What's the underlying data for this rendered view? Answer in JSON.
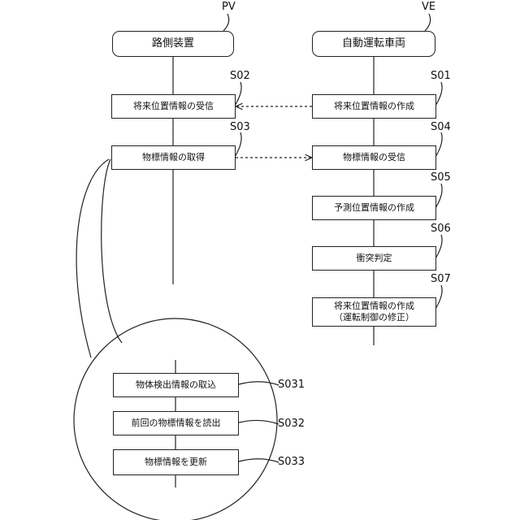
{
  "actors": {
    "pv": {
      "code": "PV",
      "name": "路側装置"
    },
    "ve": {
      "code": "VE",
      "name": "自動運転車両"
    }
  },
  "pv_steps": [
    {
      "id": "S02",
      "text": "将来位置情報の受信"
    },
    {
      "id": "S03",
      "text": "物標情報の取得"
    }
  ],
  "ve_steps": [
    {
      "id": "S01",
      "text": "将来位置情報の作成"
    },
    {
      "id": "S04",
      "text": "物標情報の受信"
    },
    {
      "id": "S05",
      "text": "予測位置情報の作成"
    },
    {
      "id": "S06",
      "text": "衝突判定"
    },
    {
      "id": "S07",
      "text": "将来位置情報の作成\n（運転制御の修正）"
    }
  ],
  "detail_steps": [
    {
      "id": "S031",
      "text": "物体検出情報の取込"
    },
    {
      "id": "S032",
      "text": "前回の物標情報を読出"
    },
    {
      "id": "S033",
      "text": "物標情報を更新"
    }
  ]
}
